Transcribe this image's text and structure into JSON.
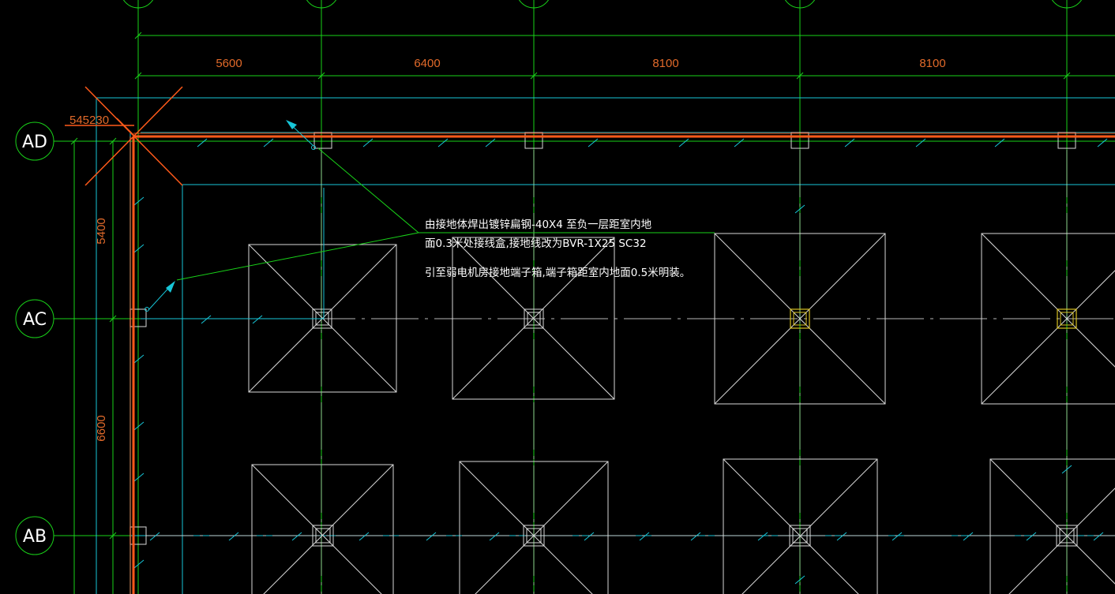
{
  "axes": {
    "rows": [
      "AD",
      "AC",
      "AB"
    ]
  },
  "dimensions": {
    "top": [
      "5600",
      "6400",
      "8100",
      "8100"
    ],
    "left": [
      "5400",
      "6600"
    ],
    "elevation": "545230"
  },
  "note": {
    "line1": "由接地体焊出镀锌扁钢-40X4 至负一层距室内地",
    "line2": "面0.3米处接线盒,接地线改为BVR-1X25  SC32",
    "line3": "引至弱电机房接地端子箱,端子箱距室内地面0.5米明装。"
  },
  "colors": {
    "background": "#000000",
    "grid": "#19d219",
    "wall": "#17c6d8",
    "ground_bar": "#ff5a1a",
    "foundation": "#d8d8d8",
    "highlight_column": "#d8c020"
  }
}
